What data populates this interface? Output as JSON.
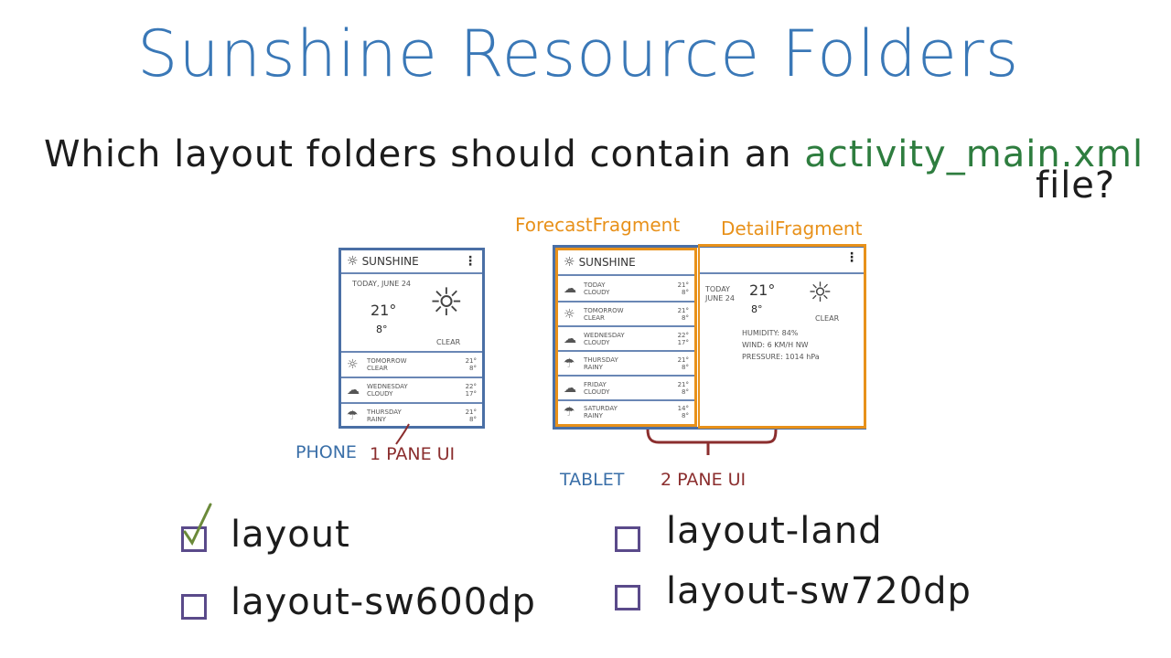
{
  "title": "Sunshine Resource Folders",
  "question": {
    "prefix": "Which layout folders should contain an",
    "highlight": "activity_main.xml",
    "suffix": "file?"
  },
  "phone": {
    "app_name": "SUNSHINE",
    "date": "TODAY, JUNE 24",
    "high": "21°",
    "low": "8°",
    "condition": "CLEAR",
    "rows": [
      {
        "day": "TOMORROW",
        "desc": "CLEAR",
        "hi": "21°",
        "lo": "8°"
      },
      {
        "day": "WEDNESDAY",
        "desc": "CLOUDY",
        "hi": "22°",
        "lo": "17°"
      },
      {
        "day": "THURSDAY",
        "desc": "RAINY",
        "hi": "21°",
        "lo": "8°"
      }
    ]
  },
  "tablet": {
    "app_name": "SUNSHINE",
    "rows": [
      {
        "day": "TODAY",
        "desc": "CLOUDY",
        "hi": "21°",
        "lo": "8°"
      },
      {
        "day": "TOMORROW",
        "desc": "CLEAR",
        "hi": "21°",
        "lo": "8°"
      },
      {
        "day": "WEDNESDAY",
        "desc": "CLOUDY",
        "hi": "22°",
        "lo": "17°"
      },
      {
        "day": "THURSDAY",
        "desc": "RAINY",
        "hi": "21°",
        "lo": "8°"
      },
      {
        "day": "FRIDAY",
        "desc": "CLOUDY",
        "hi": "21°",
        "lo": "8°"
      },
      {
        "day": "SATURDAY",
        "desc": "RAINY",
        "hi": "14°",
        "lo": "8°"
      }
    ],
    "detail": {
      "date_line1": "TODAY",
      "date_line2": "JUNE 24",
      "high": "21°",
      "low": "8°",
      "condition": "CLEAR",
      "humidity": "HUMIDITY: 84%",
      "wind": "WIND: 6 KM/H NW",
      "pressure": "PRESSURE: 1014 hPa"
    }
  },
  "labels": {
    "forecast_fragment": "ForecastFragment",
    "detail_fragment": "DetailFragment",
    "phone": "PHONE",
    "phone_pane": "1 PANE UI",
    "tablet": "TABLET",
    "tablet_pane": "2 PANE UI"
  },
  "options": [
    {
      "label": "layout",
      "checked": true
    },
    {
      "label": "layout-land",
      "checked": false
    },
    {
      "label": "layout-sw600dp",
      "checked": false
    },
    {
      "label": "layout-sw720dp",
      "checked": false
    }
  ],
  "colors": {
    "title": "#3a78b7",
    "highlight": "#2e7d3f",
    "fragment_label": "#e8911a",
    "device_label": "#3a6fa8",
    "pane_label": "#8b2e2e",
    "checkbox": "#5a4a8a",
    "checkmark": "#6b8a3a"
  }
}
